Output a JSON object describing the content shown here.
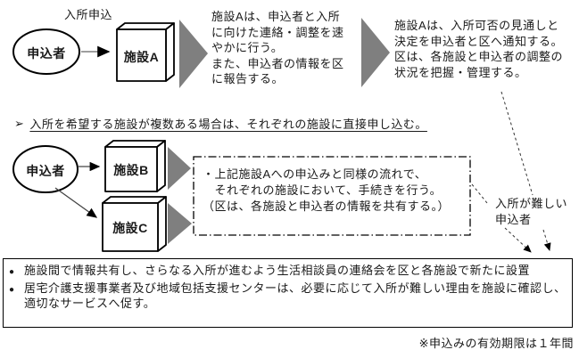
{
  "colors": {
    "triangle_gray": "#7f7f7f",
    "line_black": "#000000",
    "background": "#ffffff"
  },
  "top_flow": {
    "application_label": "入所申込",
    "applicant_label": "申込者",
    "facility_a_label": "施設A",
    "step1_text": "施設Aは、申込者と入所\nに向けた連絡・調整を速\nやかに行う。\nまた、申込者の情報を区\nに報告する。",
    "step2_text": "施設Aは、入所可否の見通しと\n決定を申込者と区へ通知する。\n区は、各施設と申込者の調整の\n状況を把握・管理する。"
  },
  "multi_apply": {
    "heading_bullet": "➢",
    "heading_text": "入所を希望する施設が複数ある場合は、それぞれの施設に直接申し込む。",
    "applicant_label": "申込者",
    "facility_b_label": "施設B",
    "facility_c_label": "施設C",
    "note_box_lines": [
      "・上記施設Aへの申込みと同様の流れで、",
      "　それぞれの施設において、手続きを行う。",
      "（区は、各施設と申込者の情報を共有する。）"
    ],
    "difficult_applicant_label": "入所が難しい\n申込者"
  },
  "bottom": {
    "bullet_char": "●",
    "bullets": [
      "施設間で情報共有し、さらなる入所が進むよう生活相談員の連絡会を区と各施設で新たに設置",
      "居宅介護支援事業者及び地域包括支援センターは、必要に応じて入所が難しい理由を施設に確認し、適切なサービスへ促す。"
    ],
    "footnote": "※申込みの有効期限は１年間"
  }
}
